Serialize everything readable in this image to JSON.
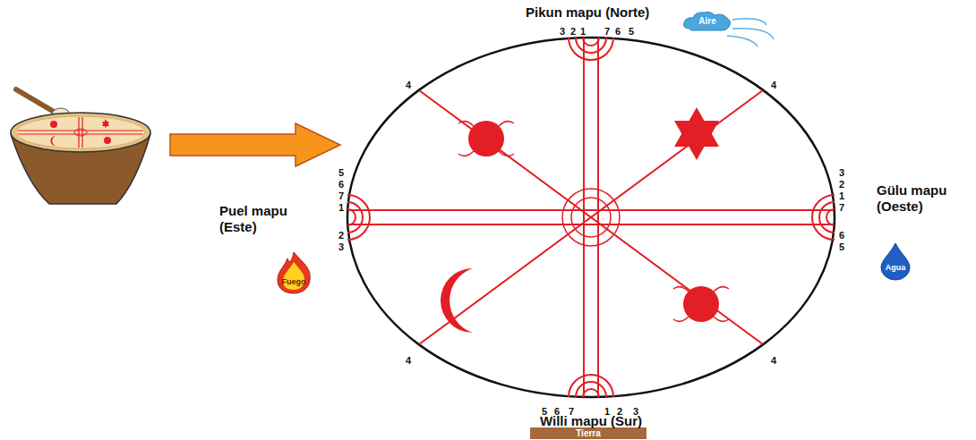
{
  "diagram": {
    "nodes": [
      {
        "text": [
          "Aire"
        ]
      },
      {
        "text": [
          "Fuego"
        ]
      },
      {
        "text": [
          "Agua"
        ]
      },
      {
        "text": [
          "Tierra"
        ]
      }
    ],
    "labels": [
      "Pikun mapu (Norte)",
      "3",
      "2",
      "1",
      "7",
      "6",
      "5",
      "4",
      "4",
      "5",
      "6",
      "7",
      "1",
      "2",
      "3",
      "Puel mapu (Este)",
      "3",
      "2",
      "1",
      "7",
      "6",
      "5",
      "Gülu mapu (Oeste)",
      "4",
      "4",
      "5",
      "6",
      "7",
      "1",
      "2",
      "3",
      "Willi mapu (Sur)"
    ]
  }
}
